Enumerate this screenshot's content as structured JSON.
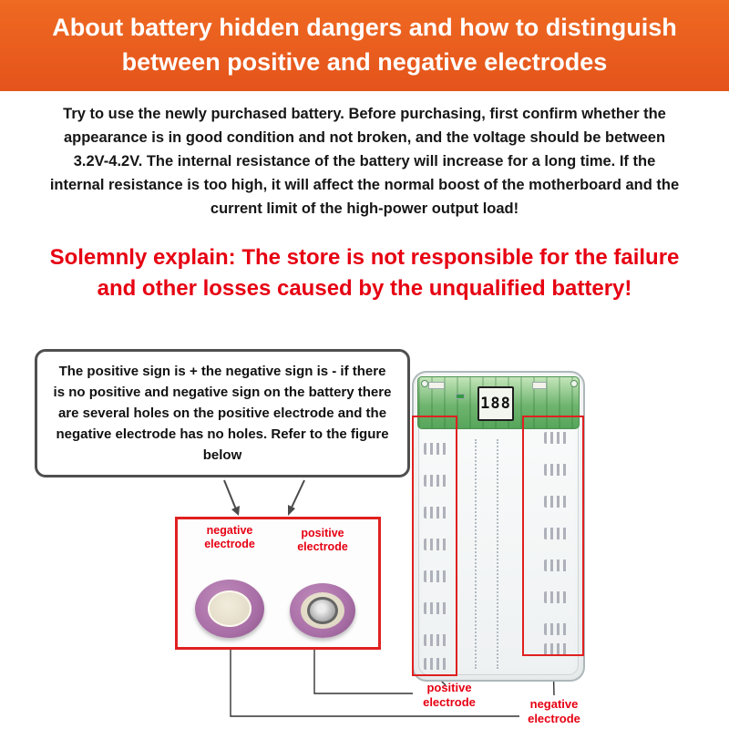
{
  "header": {
    "title": "About battery hidden dangers and how to distinguish between positive and negative electrodes"
  },
  "intro": {
    "text": "Try to use the newly purchased battery. Before purchasing, first confirm whether the appearance is in good condition and not broken, and the voltage should be between 3.2V-4.2V. The internal resistance of the battery will increase for a long time. If the internal resistance is too high, it will affect the normal boost of the motherboard and the current limit of the high-power output load!"
  },
  "warning": {
    "text": "Solemnly explain: The store is not responsible for the failure and other losses caused by the unqualified battery!"
  },
  "note": {
    "text": "The positive sign is + the negative sign is - if there is no positive and negative sign on the battery there are several holes on the positive electrode and the negative electrode has no holes. Refer to the figure below"
  },
  "figure": {
    "battery_close_up": {
      "negative_label": "negative electrode",
      "positive_label": "positive electrode"
    },
    "power_bank": {
      "display_value": "188",
      "positive_label": "positive electrode",
      "negative_label": "negative electrode"
    }
  },
  "colors": {
    "header_bg": "#e8581c",
    "warning_red": "#e60012",
    "highlight_red": "#e02020",
    "label_red": "#e60012",
    "battery_ring_purple": "#a96fa7",
    "pcb_green": "#57a55b"
  }
}
